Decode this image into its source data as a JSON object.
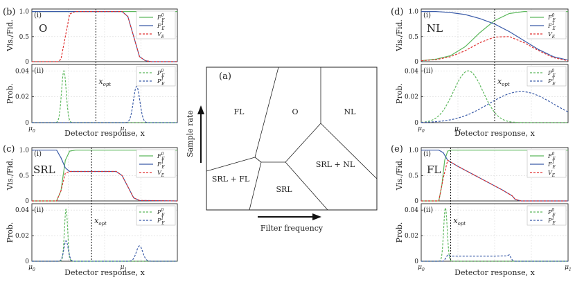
{
  "colors": {
    "green": "#5cb85c",
    "blue": "#3a5ba8",
    "red": "#e03030",
    "axis": "#222222",
    "grid": "#d9d9d9"
  },
  "labels": {
    "vis_fid": "Vis./Fid.",
    "prob": "Prob.",
    "detector_response": "Detector response, x",
    "x_opt": "x",
    "x_opt_sub": "opt",
    "sub_i": "(i)",
    "sub_ii": "(ii)"
  },
  "legend": {
    "top": [
      "F_E^0",
      "F_E^1",
      "V_E"
    ],
    "bottom": [
      "P_E^0",
      "P_E^1"
    ]
  },
  "center_panel": {
    "letter": "(a)",
    "x_label": "Filter frequency",
    "y_label": "Sample rate",
    "regions": [
      "FL",
      "O",
      "NL",
      "SRL + FL",
      "SRL",
      "SRL + NL"
    ]
  },
  "chart_data": [
    {
      "type": "line",
      "panel": "(b)",
      "regime": "O",
      "xlabel": "Detector response, x",
      "xticks": [
        "μ0",
        "μ1"
      ],
      "top": {
        "ylabel": "Vis./Fid.",
        "ylim": [
          0,
          1.05
        ],
        "yticks": [
          0,
          0.5,
          1.0
        ],
        "series": [
          {
            "name": "F_E^0",
            "color": "green",
            "dash": "solid",
            "x": [
              0,
              0.15,
              0.2,
              0.23,
              0.26,
              0.3,
              0.5,
              1.0
            ],
            "y": [
              1,
              1,
              1,
              1,
              1,
              1,
              1,
              1
            ]
          },
          {
            "name": "F_E^1",
            "color": "blue",
            "dash": "solid",
            "x": [
              0,
              0.18,
              0.2,
              0.23,
              0.26,
              0.3,
              0.5,
              0.62,
              0.66,
              0.7,
              0.74,
              0.78,
              0.82,
              1.0
            ],
            "y": [
              1,
              1,
              1,
              1,
              1,
              1,
              1,
              1,
              0.9,
              0.5,
              0.1,
              0.02,
              0,
              0
            ]
          },
          {
            "name": "V_E",
            "color": "red",
            "dash": "dashed",
            "x": [
              0,
              0.18,
              0.2,
              0.23,
              0.26,
              0.3,
              0.5,
              0.62,
              0.66,
              0.7,
              0.74,
              0.78,
              0.82,
              1.0
            ],
            "y": [
              0,
              0,
              0.05,
              0.5,
              0.95,
              1,
              1,
              1,
              0.9,
              0.5,
              0.1,
              0.02,
              0,
              0
            ]
          }
        ]
      },
      "bottom": {
        "ylabel": "Prob.",
        "ylim": [
          0,
          0.045
        ],
        "yticks": [
          0,
          0.02,
          0.04
        ],
        "x_opt": 0.44,
        "series": [
          {
            "name": "P_E^0",
            "color": "green",
            "dash": "dashed",
            "mu": 0.22,
            "sigma": 0.016,
            "peak": 0.04
          },
          {
            "name": "P_E^1",
            "color": "blue",
            "dash": "dashed",
            "mu": 0.72,
            "sigma": 0.022,
            "peak": 0.028
          }
        ]
      }
    },
    {
      "type": "line",
      "panel": "(c)",
      "regime": "SRL",
      "xlabel": "Detector response, x",
      "xticks": [
        "μ0",
        "μ1"
      ],
      "top": {
        "ylabel": "Vis./Fid.",
        "ylim": [
          0,
          1.05
        ],
        "yticks": [
          0,
          0.5,
          1.0
        ],
        "series": [
          {
            "name": "F_E^0",
            "color": "green",
            "dash": "solid",
            "x": [
              0,
              0.17,
              0.2,
              0.23,
              0.26,
              0.3,
              1.0
            ],
            "y": [
              0,
              0,
              0.2,
              0.8,
              0.98,
              1,
              1
            ]
          },
          {
            "name": "F_E^1",
            "color": "blue",
            "dash": "solid",
            "x": [
              0,
              0.17,
              0.2,
              0.23,
              0.26,
              0.3,
              0.5,
              0.58,
              0.62,
              0.66,
              0.7,
              0.74,
              1.0
            ],
            "y": [
              1,
              1,
              0.85,
              0.65,
              0.58,
              0.58,
              0.58,
              0.58,
              0.5,
              0.28,
              0.06,
              0.01,
              0
            ]
          },
          {
            "name": "V_E",
            "color": "red",
            "dash": "dashed",
            "x": [
              0,
              0.17,
              0.2,
              0.23,
              0.26,
              0.3,
              0.5,
              0.58,
              0.62,
              0.66,
              0.7,
              0.74,
              1.0
            ],
            "y": [
              0,
              0,
              0.2,
              0.55,
              0.58,
              0.58,
              0.58,
              0.58,
              0.5,
              0.28,
              0.06,
              0.01,
              0
            ]
          }
        ]
      },
      "bottom": {
        "ylabel": "Prob.",
        "ylim": [
          0,
          0.045
        ],
        "yticks": [
          0,
          0.02,
          0.04
        ],
        "x_opt": 0.41,
        "series": [
          {
            "name": "P_E^0",
            "color": "green",
            "dash": "dashed",
            "mu": 0.235,
            "sigma": 0.011,
            "peak": 0.041
          },
          {
            "name": "P_E^1",
            "color": "blue",
            "dash": "dashed",
            "mu": 0.235,
            "sigma": 0.015,
            "peak": 0.016,
            "mu2": 0.74,
            "sigma2": 0.022,
            "peak2": 0.012
          }
        ]
      }
    },
    {
      "type": "line",
      "panel": "(d)",
      "regime": "NL",
      "xlabel": "Detector response, x",
      "xticks": [
        "μ0",
        "μ1"
      ],
      "top": {
        "ylabel": "Vis./Fid.",
        "ylim": [
          0,
          1.05
        ],
        "yticks": [
          0,
          0.5,
          1.0
        ],
        "series": [
          {
            "name": "F_E^0",
            "color": "green",
            "dash": "solid",
            "x": [
              0,
              0.1,
              0.2,
              0.3,
              0.4,
              0.5,
              0.6,
              0.7,
              0.8,
              0.9,
              1.0
            ],
            "y": [
              0.02,
              0.05,
              0.12,
              0.3,
              0.58,
              0.82,
              0.96,
              1,
              1,
              1,
              1
            ]
          },
          {
            "name": "F_E^1",
            "color": "blue",
            "dash": "solid",
            "x": [
              0,
              0.1,
              0.2,
              0.3,
              0.4,
              0.5,
              0.6,
              0.7,
              0.8,
              0.9,
              1.0
            ],
            "y": [
              1,
              1,
              0.98,
              0.94,
              0.86,
              0.75,
              0.6,
              0.42,
              0.24,
              0.1,
              0.03
            ]
          },
          {
            "name": "V_E",
            "color": "red",
            "dash": "dashed",
            "x": [
              0,
              0.1,
              0.2,
              0.3,
              0.4,
              0.5,
              0.6,
              0.7,
              0.8,
              0.9,
              1.0
            ],
            "y": [
              0.02,
              0.04,
              0.1,
              0.22,
              0.38,
              0.49,
              0.5,
              0.38,
              0.22,
              0.08,
              0.02
            ]
          }
        ]
      },
      "bottom": {
        "ylabel": "Prob.",
        "ylim": [
          0,
          0.045
        ],
        "yticks": [
          0,
          0.02,
          0.04
        ],
        "x_opt": 0.5,
        "series": [
          {
            "name": "P_E^0",
            "color": "green",
            "dash": "dashed",
            "mu": 0.32,
            "sigma": 0.1,
            "peak": 0.04
          },
          {
            "name": "P_E^1",
            "color": "blue",
            "dash": "dashed",
            "mu": 0.68,
            "sigma": 0.22,
            "peak": 0.024
          }
        ]
      }
    },
    {
      "type": "line",
      "panel": "(e)",
      "regime": "FL",
      "xlabel": "Detector response, x",
      "xticks": [
        "μ0",
        "μ1"
      ],
      "top": {
        "ylabel": "Vis./Fid.",
        "ylim": [
          0,
          1.05
        ],
        "yticks": [
          0,
          0.5,
          1.0
        ],
        "series": [
          {
            "name": "F_E^0",
            "color": "green",
            "dash": "solid",
            "x": [
              0,
              0.12,
              0.14,
              0.16,
              0.18,
              0.2,
              1.0
            ],
            "y": [
              0,
              0,
              0.3,
              0.8,
              0.98,
              1,
              1
            ]
          },
          {
            "name": "F_E^1",
            "color": "blue",
            "dash": "solid",
            "x": [
              0,
              0.12,
              0.15,
              0.18,
              0.25,
              0.4,
              0.55,
              0.62,
              0.64,
              0.68,
              1.0
            ],
            "y": [
              1,
              1,
              0.95,
              0.8,
              0.68,
              0.45,
              0.22,
              0.1,
              0.03,
              0,
              0
            ]
          },
          {
            "name": "V_E",
            "color": "red",
            "dash": "dashed",
            "x": [
              0,
              0.12,
              0.15,
              0.18,
              0.25,
              0.4,
              0.55,
              0.62,
              0.64,
              0.68,
              1.0
            ],
            "y": [
              0,
              0,
              0.45,
              0.8,
              0.68,
              0.45,
              0.22,
              0.1,
              0.03,
              0,
              0
            ]
          }
        ]
      },
      "bottom": {
        "ylabel": "Prob.",
        "ylim": [
          0,
          0.045
        ],
        "yticks": [
          0,
          0.02,
          0.04
        ],
        "x_opt": 0.2,
        "series": [
          {
            "name": "P_E^0",
            "color": "green",
            "dash": "dashed",
            "mu": 0.165,
            "sigma": 0.012,
            "peak": 0.042
          },
          {
            "name": "P_E^1",
            "color": "blue",
            "dash": "dashed",
            "plateau": true,
            "x": [
              0,
              0.15,
              0.165,
              0.18,
              0.2,
              0.3,
              0.5,
              0.58,
              0.6,
              0.62,
              0.64,
              1.0
            ],
            "y": [
              0,
              0,
              0.002,
              0.005,
              0.004,
              0.004,
              0.004,
              0.0042,
              0.005,
              0.001,
              0,
              0
            ]
          }
        ]
      }
    }
  ]
}
